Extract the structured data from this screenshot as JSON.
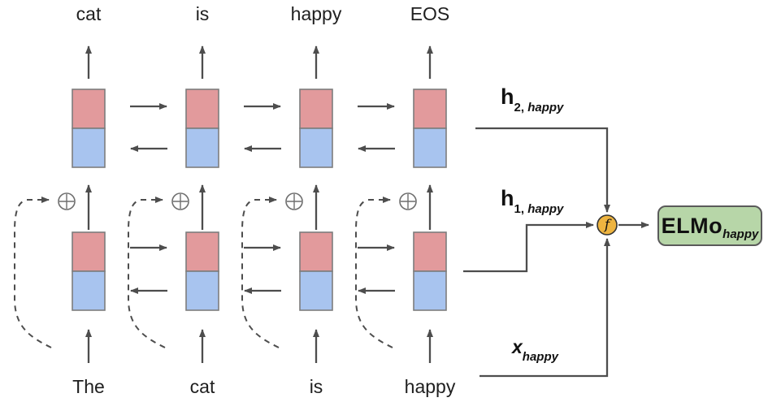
{
  "diagram": {
    "words_top": [
      "cat",
      "is",
      "happy",
      "EOS"
    ],
    "words_bottom": [
      "The",
      "cat",
      "is",
      "happy"
    ],
    "labels": {
      "h2": {
        "base": "h",
        "sub_prefix": "2, ",
        "sub_word": "happy"
      },
      "h1": {
        "base": "h",
        "sub_prefix": "1, ",
        "sub_word": "happy"
      },
      "x": {
        "base": "x",
        "sub_word": "happy"
      },
      "f": "f",
      "elmo": {
        "base": "ELMo",
        "sub_word": "happy"
      }
    },
    "icons": {
      "oplus": "concat-oplus-icon",
      "f_circle": "combine-function-circle-icon"
    },
    "colors": {
      "forward_cell_red": "#e29a9c",
      "backward_cell_blue": "#a8c4ef",
      "elmo_box_green": "#b7d6a8",
      "f_circle_amber": "#eeb440",
      "arrow_gray": "#4d4d4d",
      "box_border_gray": "#7d7d7d"
    }
  }
}
